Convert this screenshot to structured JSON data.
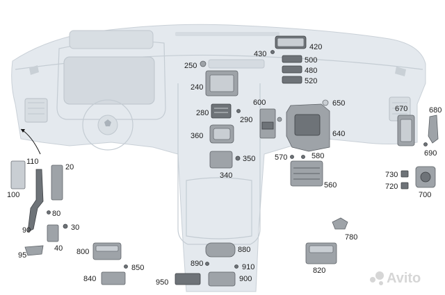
{
  "labels": {
    "l420": "420",
    "l430": "430",
    "l500": "500",
    "l480": "480",
    "l520": "520",
    "l250": "250",
    "l240": "240",
    "l600": "600",
    "l650": "650",
    "l280": "280",
    "l290": "290",
    "l360": "360",
    "l640": "640",
    "l670": "670",
    "l680": "680",
    "l690": "690",
    "l350": "350",
    "l340": "340",
    "l570": "570",
    "l580": "580",
    "l560": "560",
    "l110": "110",
    "l20": "20",
    "l100": "100",
    "l80": "80",
    "l90": "90",
    "l30": "30",
    "l40": "40",
    "l95": "95",
    "l730": "730",
    "l720": "720",
    "l700": "700",
    "l780": "780",
    "l800": "800",
    "l880": "880",
    "l850": "850",
    "l890": "890",
    "l910": "910",
    "l820": "820",
    "l840": "840",
    "l950": "950",
    "l900": "900"
  },
  "watermark": {
    "brand": "Avito"
  },
  "colors": {
    "dashboard": "#e4e9ee",
    "part": "#9ea3a8",
    "label": "#1a1a1a"
  }
}
